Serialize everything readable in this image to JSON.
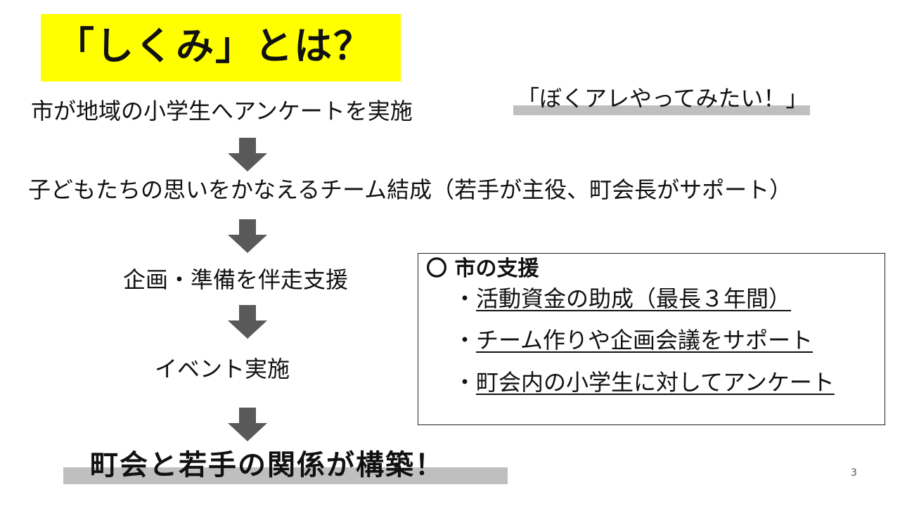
{
  "title": "「しくみ」とは？",
  "steps": [
    "市が地域の小学生へアンケートを実施",
    "子どもたちの思いをかなえるチーム結成（若手が主役、町会長がサポート）",
    "企画・準備を伴走支援",
    "イベント実施"
  ],
  "quote": "「ぼくアレやってみたい！」",
  "support_box": {
    "heading": "〇 市の支援",
    "items": [
      "活動資金の助成（最長３年間）",
      "チーム作りや企画会議をサポート",
      "町会内の小学生に対してアンケート"
    ],
    "bullet": "・"
  },
  "result": "町会と若手の関係が構築！",
  "page_number": "3",
  "colors": {
    "title_highlight": "#ffff00",
    "bar": "#bfbfbf",
    "arrow": "#595959"
  }
}
